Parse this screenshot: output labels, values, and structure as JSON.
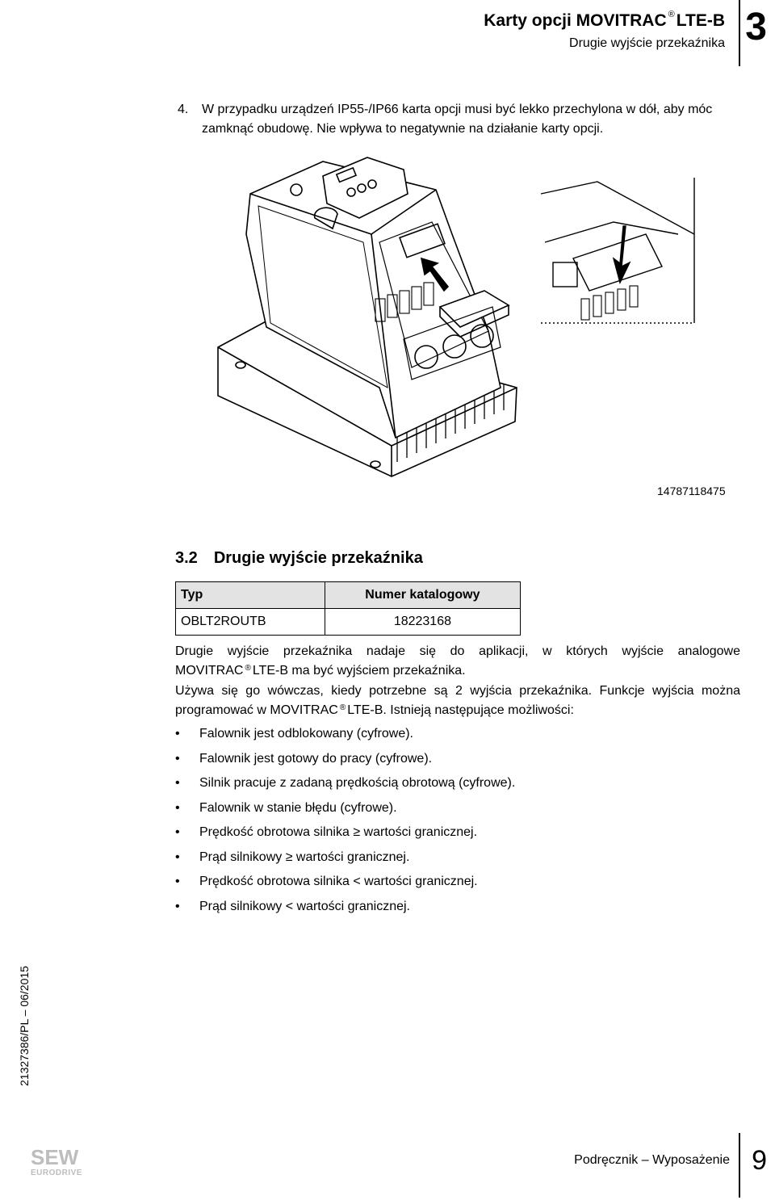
{
  "header": {
    "title_pre": "Karty opcji MOVITRAC",
    "title_reg": "®",
    "title_post": "LTE-B",
    "subtitle": "Drugie wyjście przekaźnika",
    "chapter": "3"
  },
  "step": {
    "number": "4.",
    "text": "W przypadku urządzeń IP55-/IP66 karta opcji musi być lekko przechylona w dół, aby móc zamknąć obudowę. Nie wpływa to negatywnie na działanie karty opcji."
  },
  "figure_id": "14787118475",
  "section": {
    "number": "3.2",
    "title": "Drugie wyjście przekaźnika"
  },
  "table": {
    "headers": [
      "Typ",
      "Numer katalogowy"
    ],
    "rows": [
      [
        "OBLT2ROUTB",
        "18223168"
      ]
    ]
  },
  "para1": {
    "pre": "Drugie wyjście przekaźnika nadaje się do aplikacji, w których wyjście analogowe MOVITRAC",
    "reg": "®",
    "post": "LTE-B ma być wyjściem przekaźnika."
  },
  "para2": {
    "pre": "Używa się go wówczas, kiedy potrzebne są 2 wyjścia przekaźnika. Funkcje wyjścia można programować w MOVITRAC",
    "reg": "®",
    "post": "LTE-B. Istnieją następujące możliwości:"
  },
  "bullet_char": "•",
  "bullets": [
    "Falownik jest odblokowany (cyfrowe).",
    "Falownik jest gotowy do pracy (cyfrowe).",
    "Silnik pracuje z zadaną prędkością obrotową (cyfrowe).",
    "Falownik w stanie błędu (cyfrowe).",
    "Prędkość obrotowa silnika ≥ wartości granicznej.",
    "Prąd silnikowy ≥ wartości granicznej.",
    "Prędkość obrotowa silnika < wartości granicznej.",
    "Prąd silnikowy < wartości granicznej."
  ],
  "side_text": "21327386/PL – 06/2015",
  "footer": {
    "text": "Podręcznik – Wyposażenie",
    "page": "9",
    "logo_top": "SEW",
    "logo_bottom": "EURODRIVE"
  }
}
